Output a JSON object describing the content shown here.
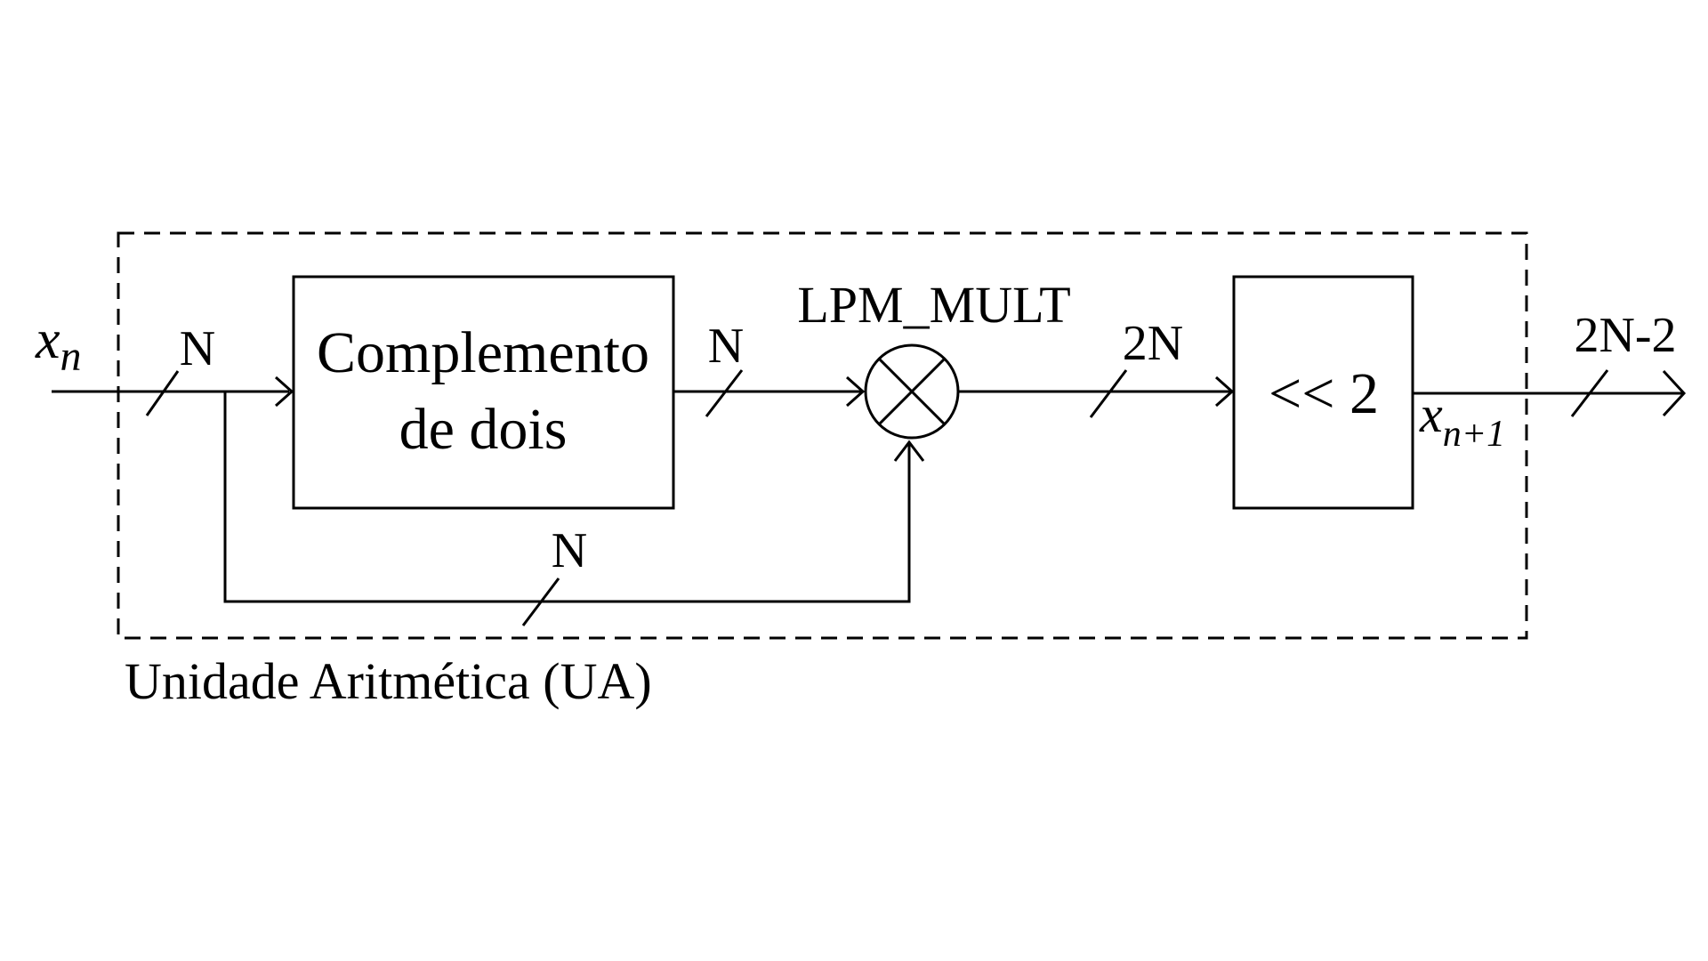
{
  "input_signal": {
    "base": "x",
    "subscript": "n"
  },
  "output_signal": {
    "base": "x",
    "subscript": "n+1"
  },
  "bus_widths": {
    "input": "N",
    "complement_out": "N",
    "feedback": "N",
    "multiplier_out": "2N",
    "output": "2N-2"
  },
  "blocks": {
    "complement": {
      "line1": "Complemento",
      "line2": "de dois"
    },
    "multiplier_label": "LPM_MULT",
    "shift": "<< 2"
  },
  "group_label": "Unidade Aritmética (UA)",
  "colors": {
    "stroke": "#000000",
    "background": "#ffffff"
  }
}
